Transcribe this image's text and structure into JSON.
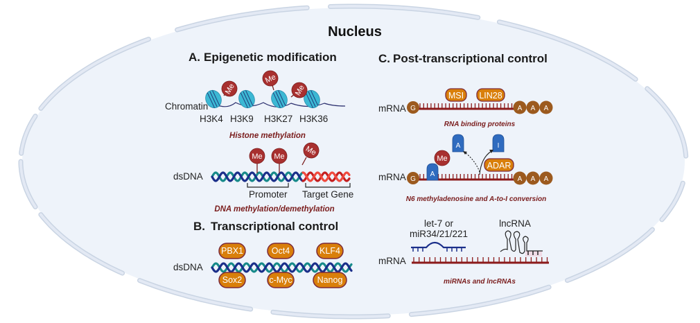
{
  "title": "Nucleus",
  "colors": {
    "nucleus_fill": "#eef3fa",
    "membrane": "#c9d4e3",
    "methyl": "#a8302f",
    "histone": "#3cb8d4",
    "dna_strand_1": "#1b2f8a",
    "dna_strand_2": "#178a8a",
    "target_gene": "#e0302a",
    "tf_pill": "#d97f0a",
    "tf_border": "#7b2a3a",
    "mrna": "#8b1a1a",
    "cap_nucleotide": "#9c5a1e",
    "adenosine_block": "#2f6bbf",
    "caption": "#7a1d1d",
    "mirna": "#1b2f8a"
  },
  "section_a": {
    "heading_letter": "A.",
    "heading": "Epigenetic modification",
    "chromatin_label": "Chromatin",
    "histone_marks": [
      "H3K4",
      "H3K9",
      "H3K27",
      "H3K36"
    ],
    "methyl_label": "Me",
    "histone_caption": "Histone methylation",
    "dsdna_label": "dsDNA",
    "promoter_label": "Promoter",
    "target_gene_label": "Target Gene",
    "dna_caption": "DNA methylation/demethylation"
  },
  "section_b": {
    "heading_letter": "B.",
    "heading": "Transcriptional control",
    "dsdna_label": "dsDNA",
    "factors_top": [
      "PBX1",
      "Oct4",
      "KLF4"
    ],
    "factors_bottom": [
      "Sox2",
      "c-Myc",
      "Nanog"
    ]
  },
  "section_c": {
    "heading_letter": "C.",
    "heading": "Post-transcriptional control",
    "mrna_label": "mRNA",
    "cap": "G",
    "poly_a": [
      "A",
      "A",
      "A"
    ],
    "rbp": [
      "MSI",
      "LIN28"
    ],
    "rbp_caption": "RNA binding proteins",
    "m6a_base": "A",
    "m6a_methyl": "Me",
    "released_base": "A",
    "inosine": "I",
    "adar": "ADAR",
    "m6a_caption": "N6 methyladenosine and A-to-I conversion",
    "mirna_label_line1": "let-7 or",
    "mirna_label_line2": "miR34/21/221",
    "lncrna_label": "lncRNA",
    "ncrna_caption": "miRNAs and lncRNAs"
  }
}
